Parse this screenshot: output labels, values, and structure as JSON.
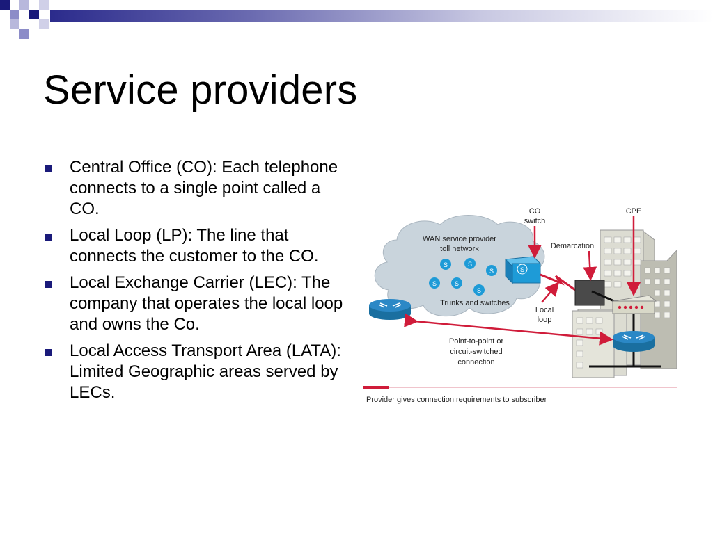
{
  "title": "Service providers",
  "bullets": [
    "Central Office (CO): Each telephone connects to a single point called a CO.",
    "Local Loop (LP): The line that connects the customer to the CO.",
    "Local Exchange Carrier (LEC): The company that operates the local loop and owns the Co.",
    "Local Access Transport Area (LATA):  Limited Geographic areas served by LECs."
  ],
  "diagram": {
    "cloud_label_line1": "WAN service provider",
    "cloud_label_line2": "toll network",
    "trunks_label": "Trunks and switches",
    "switch_letter": "S",
    "co_switch_line1": "CO",
    "co_switch_line2": "switch",
    "cpe_label": "CPE",
    "demarcation_label": "Demarcation",
    "local_loop_line1": "Local",
    "local_loop_line2": "loop",
    "connection_line1": "Point-to-point or",
    "connection_line2": "circuit-switched",
    "connection_line3": "connection",
    "caption": "Provider gives connection requirements to subscriber"
  },
  "colors": {
    "accent_navy": "#1a1a7a",
    "cloud": "#c9d4dc",
    "switch_blue": "#1e9bd7",
    "arrow_red": "#d01c3a",
    "building": "#d9d9cf",
    "router": "#2b88c6"
  }
}
